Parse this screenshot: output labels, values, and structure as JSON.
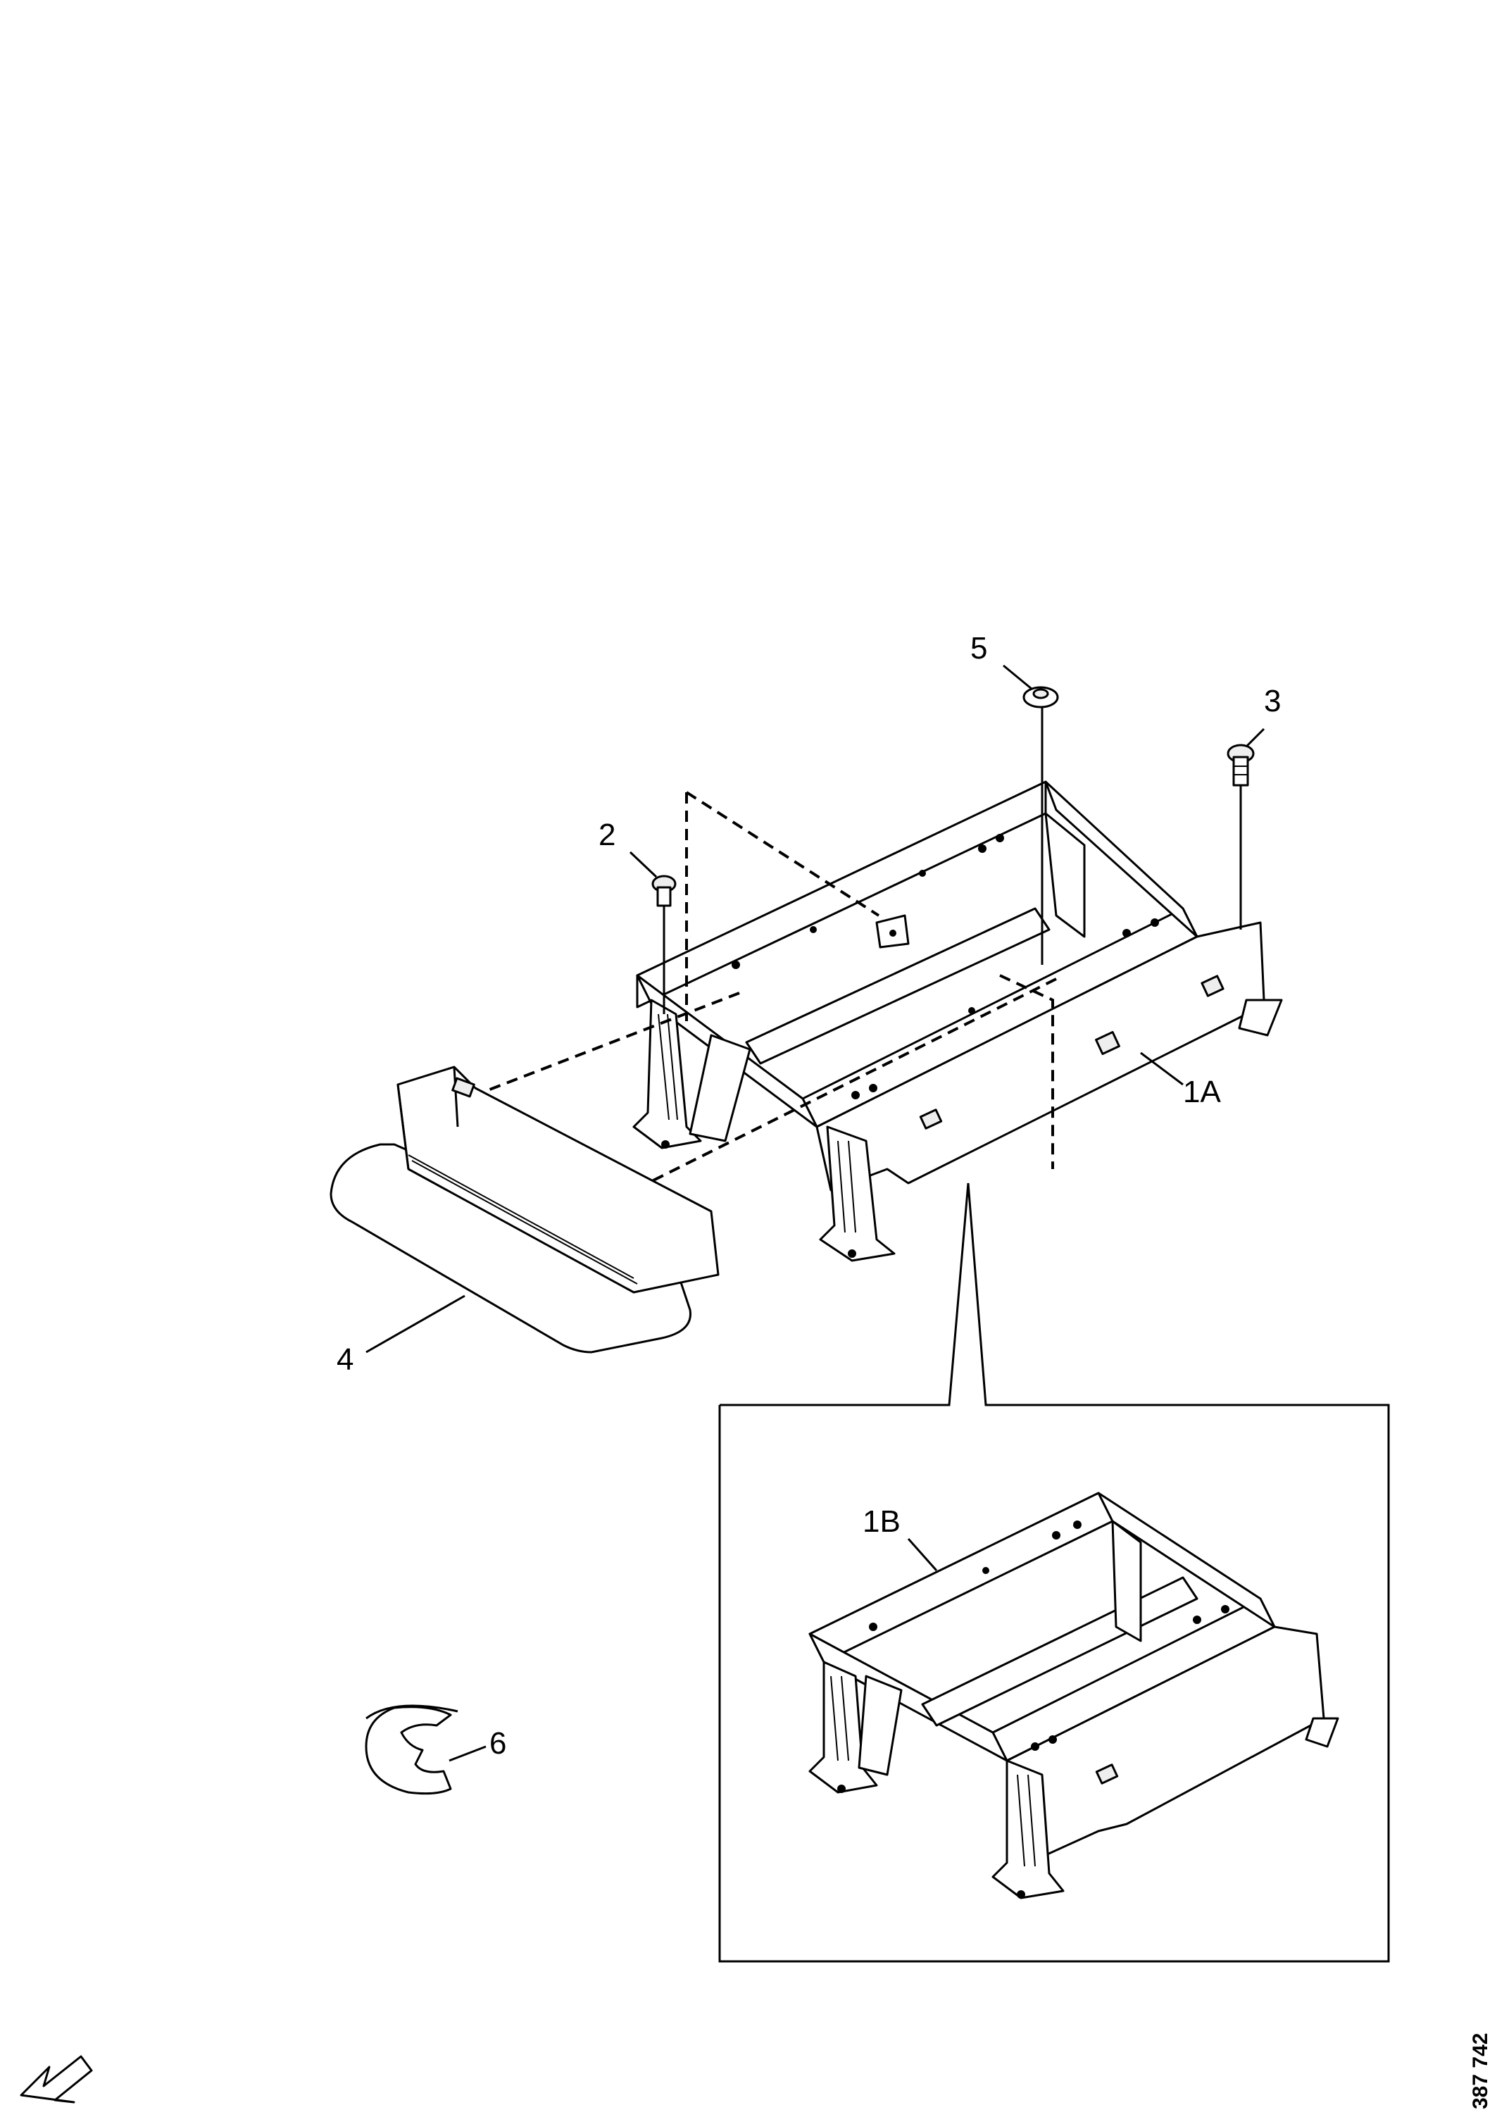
{
  "callouts": {
    "c1a": "1A",
    "c1b": "1B",
    "c2": "2",
    "c3": "3",
    "c4": "4",
    "c5": "5",
    "c6": "6"
  },
  "document_number": "387 742",
  "icons": {
    "orientation": "direction-arrow-icon"
  }
}
